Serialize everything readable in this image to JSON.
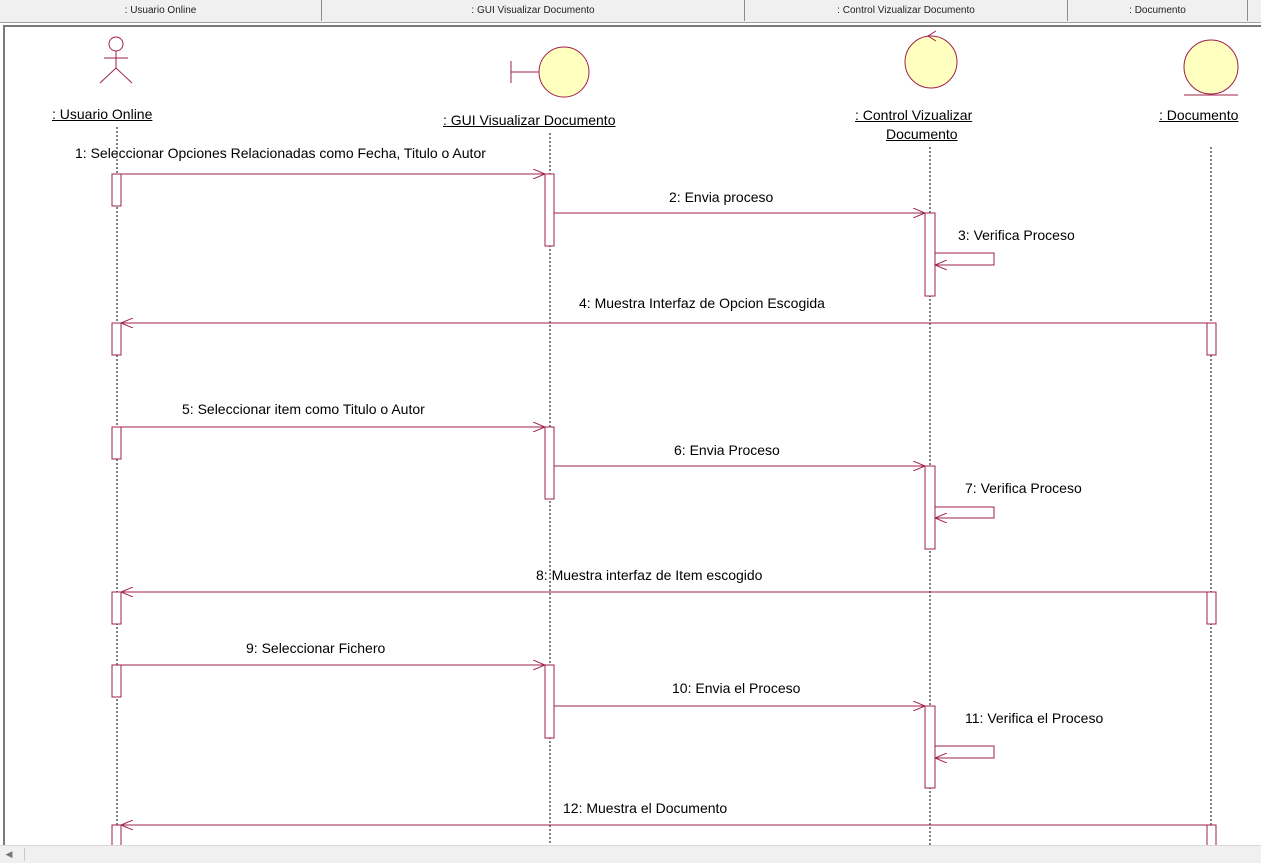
{
  "header": {
    "columns": [
      ": Usuario Online",
      ": GUI Visualizar Documento",
      ": Control Vizualizar Documento",
      ": Documento"
    ]
  },
  "objects": {
    "actor_label": ": Usuario Online",
    "boundary_label": ": GUI Visualizar Documento",
    "control_label_1": ": Control Vizualizar",
    "control_label_2": "Documento",
    "entity_label": ": Documento"
  },
  "messages": {
    "m1": "1: Seleccionar Opciones Relacionadas como Fecha, Titulo o Autor",
    "m2": "2: Envia proceso",
    "m3": "3: Verifica Proceso",
    "m4": "4: Muestra Interfaz de Opcion Escogida",
    "m5": "5: Seleccionar item como Titulo o Autor",
    "m6": "6: Envia Proceso",
    "m7": "7: Verifica Proceso",
    "m8": "8: Muestra interfaz de Item escogido",
    "m9": "9: Seleccionar Fichero",
    "m10": "10: Envia el Proceso",
    "m11": "11: Verifica el Proceso",
    "m12": "12: Muestra el Documento"
  },
  "colors": {
    "message_line": "#a0204a",
    "object_fill": "#ffffc0",
    "lifeline": "#000000"
  },
  "scrollbar": {
    "left_arrow_icon": "chevron-left-icon"
  }
}
